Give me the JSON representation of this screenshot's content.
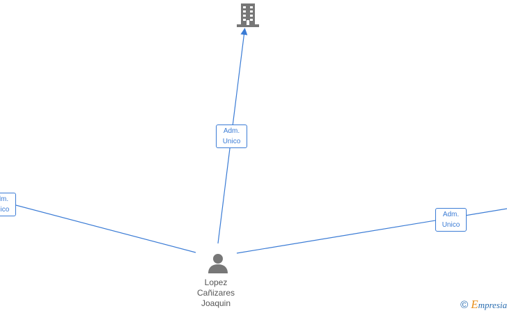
{
  "nodes": {
    "company": {
      "icon": "building-icon"
    },
    "person": {
      "icon": "person-icon",
      "name_line1": "Lopez",
      "name_line2": "Cañizares",
      "name_line3": "Joaquin"
    }
  },
  "edges": [
    {
      "line1": "Adm.",
      "line2": "Unico"
    },
    {
      "line1": "Adm.",
      "line2": "Unico"
    },
    {
      "line1": "Adm.",
      "line2": "Unico"
    }
  ],
  "watermark": {
    "symbol": "©",
    "brand_initial": "E",
    "brand_rest": "mpresia"
  },
  "colors": {
    "edge": "#3a7bd5",
    "icon": "#777777",
    "text": "#555555"
  }
}
